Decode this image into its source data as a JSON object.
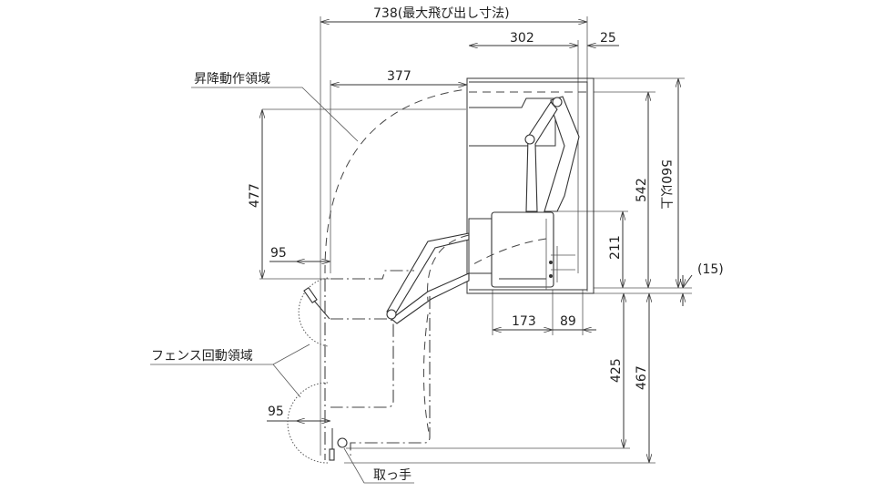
{
  "dimensions": {
    "max_projection": "738(最大飛び出し寸法)",
    "width_302": "302",
    "gap_25": "25",
    "reach_377": "377",
    "height_542": "542",
    "height_560": "560以上",
    "height_211": "211",
    "gap_15": "(15)",
    "depth_173": "173",
    "depth_89": "89",
    "drop_425": "425",
    "drop_467": "467",
    "height_477": "477",
    "fence_95_upper": "95",
    "fence_95_lower": "95"
  },
  "labels": {
    "lift_zone": "昇降動作領域",
    "fence_zone": "フェンス回動領域",
    "handle": "取っ手"
  }
}
